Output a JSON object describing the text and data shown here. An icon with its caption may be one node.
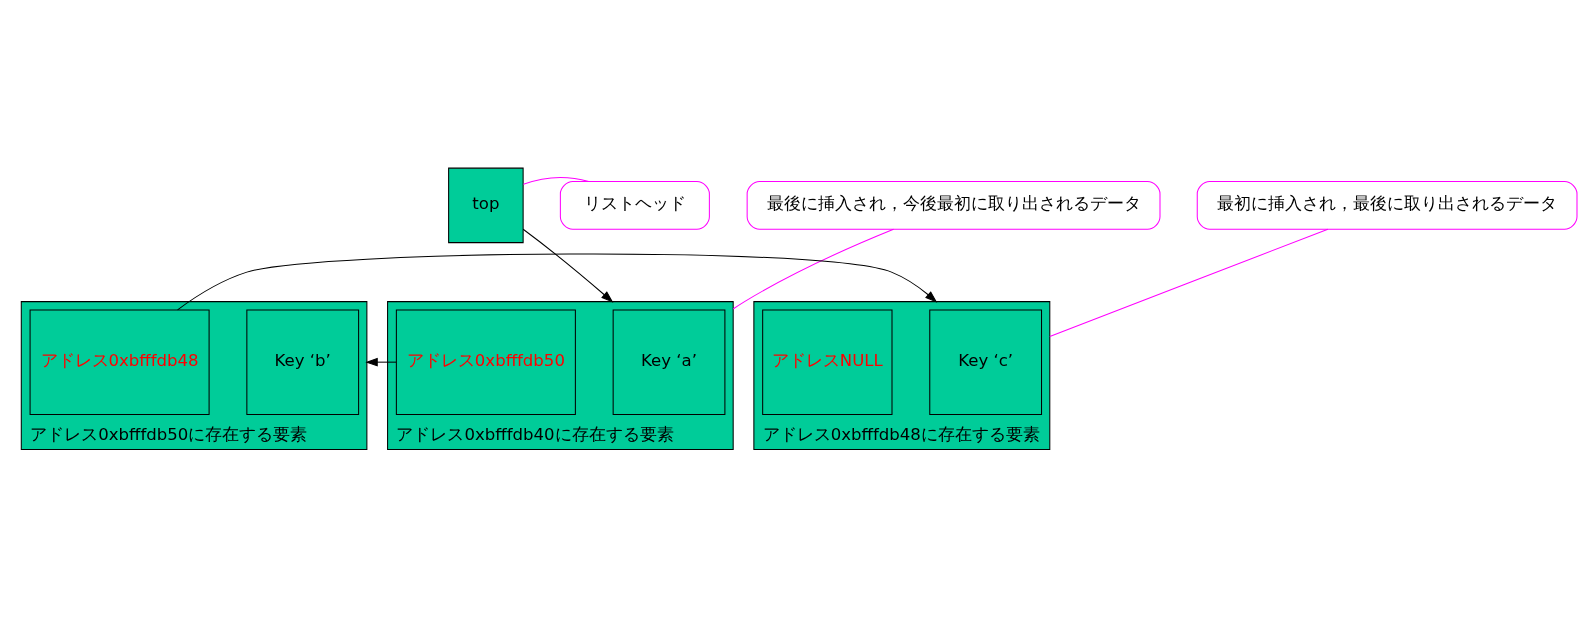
{
  "diagram": {
    "nodes": [
      {
        "text": [
          "top"
        ]
      },
      {
        "text": [
          "リストヘッド"
        ]
      },
      {
        "text": [
          "最後に挿入され，今後最初に取り出されるデータ"
        ]
      },
      {
        "text": [
          "最初に挿入され，最後に取り出されるデータ"
        ]
      },
      {
        "text": [],
        "shape": "box",
        "beside": [
          "アドレス0xbfffdb40に存在する要素"
        ]
      },
      {
        "text": [
          "Key ‘a’"
        ],
        "in": 4
      },
      {
        "text": [
          "アドレス0xbfffdb50"
        ],
        "in": 4
      },
      {
        "text": [],
        "shape": "box",
        "beside": [
          "アドレス0xbfffdb50に存在する要素"
        ]
      },
      {
        "text": [
          "Key ‘b’"
        ],
        "in": 7
      },
      {
        "text": [
          "アドレス0xbfffdb48"
        ],
        "in": 7
      },
      {
        "text": [],
        "shape": "box",
        "beside": [
          "アドレス0xbfffdb48に存在する要素"
        ]
      },
      {
        "text": [
          "Key ‘c’"
        ],
        "in": 10
      },
      {
        "text": [
          "アドレスNULL"
        ],
        "in": 10
      }
    ],
    "edges": [
      {
        "from": 1,
        "to": 0,
        "arrow": "none",
        "color": "#ff00ff"
      },
      {
        "from": 0,
        "to": 4,
        "arrow": "to",
        "color": "#000000"
      },
      {
        "from": 2,
        "to": 4,
        "arrow": "none",
        "color": "#ff00ff"
      },
      {
        "from": 6,
        "to": 7,
        "arrow": "to",
        "color": "#000000"
      },
      {
        "from": 3,
        "to": 10,
        "arrow": "none",
        "color": "#ff00ff"
      },
      {
        "from": 9,
        "to": 10,
        "arrow": "to",
        "color": "#000000"
      }
    ]
  }
}
